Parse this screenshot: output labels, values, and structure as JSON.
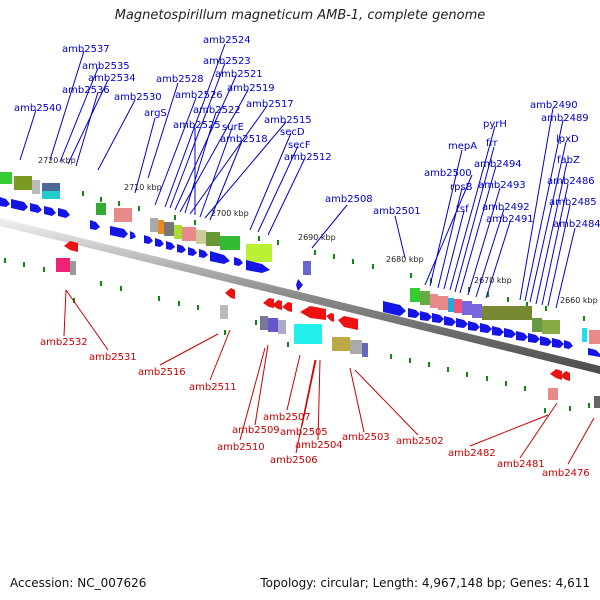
{
  "title": "Magnetospirillum magneticum AMB-1, complete genome",
  "footer": {
    "accession": "Accession: NC_007626",
    "topology": "Topology: circular; Length: 4,967,148 bp; Genes: 4,611"
  },
  "colors": {
    "top_label": "#0000cc",
    "bottom_label": "#cc0000",
    "forward_gene": "#1515e6",
    "reverse_gene": "#ee1111",
    "tick": "#118811"
  },
  "ticks": [
    {
      "label": "2720 kbp"
    },
    {
      "label": "2710 kbp"
    },
    {
      "label": "2700 kbp"
    },
    {
      "label": "2690 kbp"
    },
    {
      "label": "2680 kbp"
    },
    {
      "label": "2670 kbp"
    },
    {
      "label": "2660 kbp"
    }
  ],
  "top_labels": [
    "amb2537",
    "amb2535",
    "amb2534",
    "amb2536",
    "amb2540",
    "amb2530",
    "amb2528",
    "amb2524",
    "amb2523",
    "amb2521",
    "amb2519",
    "amb2526",
    "amb2522",
    "amb2517",
    "argS",
    "amb2525",
    "surE",
    "amb2515",
    "amb2518",
    "secD",
    "secF",
    "amb2512",
    "amb2508",
    "amb2501",
    "amb2500",
    "mepA",
    "rpsB",
    "tsf",
    "pyrH",
    "frr",
    "amb2494",
    "amb2493",
    "amb2492",
    "amb2491",
    "amb2490",
    "amb2489",
    "lpxD",
    "fabZ",
    "amb2486",
    "amb2485",
    "amb2484"
  ],
  "bottom_labels": [
    "amb2532",
    "amb2531",
    "amb2516",
    "amb2511",
    "amb2507",
    "amb2509",
    "amb2505",
    "amb2510",
    "amb2504",
    "amb2506",
    "amb2503",
    "amb2502",
    "amb2482",
    "amb2481",
    "amb2476"
  ]
}
